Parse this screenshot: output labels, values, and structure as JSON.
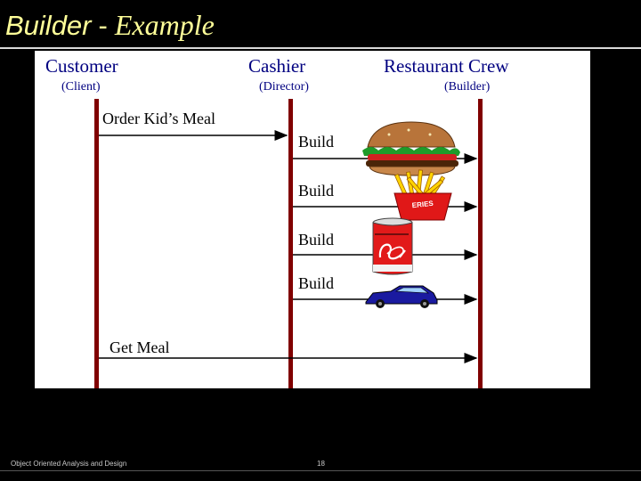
{
  "slide": {
    "title_part1": "Builder",
    "title_sep": "-",
    "title_part2": "Example"
  },
  "diagram": {
    "lanes": [
      {
        "name": "Customer",
        "role": "(Client)"
      },
      {
        "name": "Cashier",
        "role": "(Director)"
      },
      {
        "name": "Restaurant Crew",
        "role": "(Builder)"
      }
    ],
    "messages": [
      {
        "label": "Order Kid’s Meal"
      },
      {
        "label": "Build"
      },
      {
        "label": "Build"
      },
      {
        "label": "Build"
      },
      {
        "label": "Build"
      },
      {
        "label": "Get Meal"
      }
    ],
    "illustrations": [
      "hamburger-icon",
      "fries-icon",
      "cola-can-icon",
      "toy-car-icon"
    ],
    "fries_text": "ERIES",
    "lifeline_color": "#800000",
    "text_color": "#000080"
  },
  "footer": {
    "course": "Object Oriented Analysis and Design",
    "page": "18"
  }
}
